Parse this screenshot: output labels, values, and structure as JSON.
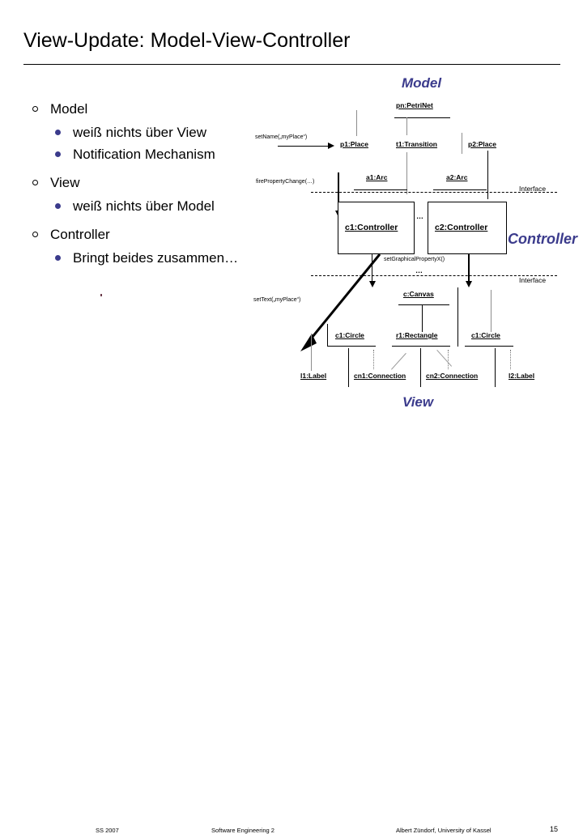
{
  "slide": {
    "title": "View-Update: Model-View-Controller",
    "page_number": "15"
  },
  "region_labels": {
    "model": "Model",
    "controller": "Controller",
    "view": "View"
  },
  "bullets": [
    {
      "level": 1,
      "text": "Model"
    },
    {
      "level": 2,
      "text": "weiß nichts über View"
    },
    {
      "level": 2,
      "text": "Notification Mechanism"
    },
    {
      "level": 1,
      "text": "View"
    },
    {
      "level": 2,
      "text": "weiß nichts über Model"
    },
    {
      "level": 1,
      "text": "Controller"
    },
    {
      "level": 2,
      "text": "Bringt beides zusammen…"
    }
  ],
  "diagram": {
    "model_objects": [
      {
        "id": "pn",
        "label": "pn:PetriNet"
      },
      {
        "id": "p1",
        "label": "p1:Place"
      },
      {
        "id": "t1",
        "label": "t1:Transition"
      },
      {
        "id": "p2",
        "label": "p2:Place"
      },
      {
        "id": "a1",
        "label": "a1:Arc"
      },
      {
        "id": "a2",
        "label": "a2:Arc"
      }
    ],
    "controller_objects": [
      {
        "id": "c1",
        "label": "c1:Controller"
      },
      {
        "id": "c2",
        "label": "c2:Controller"
      }
    ],
    "view_objects": [
      {
        "id": "canvas",
        "label": "c:Canvas"
      },
      {
        "id": "circle1",
        "label": "c1:Circle"
      },
      {
        "id": "rect1",
        "label": "r1:Rectangle"
      },
      {
        "id": "circle2",
        "label": "c1:Circle"
      },
      {
        "id": "label1",
        "label": "l1:Label"
      },
      {
        "id": "conn1",
        "label": "cn1:Connection"
      },
      {
        "id": "conn2",
        "label": "cn2:Connection"
      },
      {
        "id": "label2",
        "label": "l2:Label"
      }
    ],
    "messages": {
      "set_name": "setName(„myPlace“)",
      "fire_property_change": "firePropertyChange(…)",
      "set_graphical_property": "setGraphicalPropertyX()",
      "set_text": "setText(„myPlace“)"
    },
    "interface_label_top": "Interface",
    "interface_label_bottom": "Interface",
    "ellipsis": "…",
    "colors": {
      "accent_blue": "#3b3b8c",
      "line": "#000000",
      "lifeline_grey": "#8d8d8d"
    }
  },
  "footer": {
    "term": "SS 2007",
    "course": "Software Engineering 2",
    "author": "Albert Zündorf, University of Kassel"
  }
}
